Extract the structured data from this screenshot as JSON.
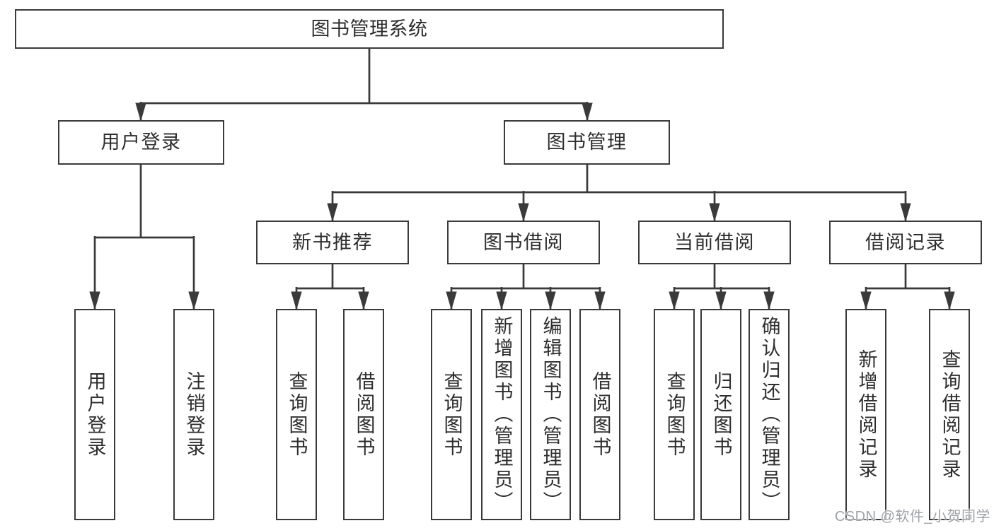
{
  "diagram": {
    "type": "hierarchy-tree",
    "colors": {
      "line": "#3a3a3a",
      "box_border": "#3a3a3a",
      "box_fill": "#ffffff",
      "text": "#2e2e2e",
      "watermark": "#9fa3a8"
    },
    "watermark": "CSDN @软件_小贺同学",
    "nodes": {
      "root": {
        "label": "图书管理系统"
      },
      "user_login": {
        "label": "用户登录"
      },
      "book_mgmt": {
        "label": "图书管理"
      },
      "new_book_rec": {
        "label": "新书推荐"
      },
      "book_borrow": {
        "label": "图书借阅"
      },
      "current_borrow": {
        "label": "当前借阅"
      },
      "borrow_records": {
        "label": "借阅记录"
      },
      "leaf_user_login": {
        "label": "用户登录"
      },
      "leaf_logout": {
        "label": "注销登录"
      },
      "leaf_query_book_1": {
        "label": "查询图书"
      },
      "leaf_borrow_book_1": {
        "label": "借阅图书"
      },
      "leaf_query_book_2": {
        "label": "查询图书"
      },
      "leaf_add_book": {
        "label": "新增图书（管理员）"
      },
      "leaf_edit_book": {
        "label": "编辑图书（管理员）"
      },
      "leaf_borrow_book_2": {
        "label": "借阅图书"
      },
      "leaf_query_book_3": {
        "label": "查询图书"
      },
      "leaf_return_book": {
        "label": "归还图书"
      },
      "leaf_confirm_return": {
        "label": "确认归还（管理员）"
      },
      "leaf_add_record": {
        "label": "新增借阅记录"
      },
      "leaf_query_record": {
        "label": "查询借阅记录"
      }
    },
    "hierarchy": [
      {
        "parent": "root",
        "children": [
          "user_login",
          "book_mgmt"
        ]
      },
      {
        "parent": "user_login",
        "children": [
          "leaf_user_login",
          "leaf_logout"
        ]
      },
      {
        "parent": "book_mgmt",
        "children": [
          "new_book_rec",
          "book_borrow",
          "current_borrow",
          "borrow_records"
        ]
      },
      {
        "parent": "new_book_rec",
        "children": [
          "leaf_query_book_1",
          "leaf_borrow_book_1"
        ]
      },
      {
        "parent": "book_borrow",
        "children": [
          "leaf_query_book_2",
          "leaf_add_book",
          "leaf_edit_book",
          "leaf_borrow_book_2"
        ]
      },
      {
        "parent": "current_borrow",
        "children": [
          "leaf_query_book_3",
          "leaf_return_book",
          "leaf_confirm_return"
        ]
      },
      {
        "parent": "borrow_records",
        "children": [
          "leaf_add_record",
          "leaf_query_record"
        ]
      }
    ]
  }
}
